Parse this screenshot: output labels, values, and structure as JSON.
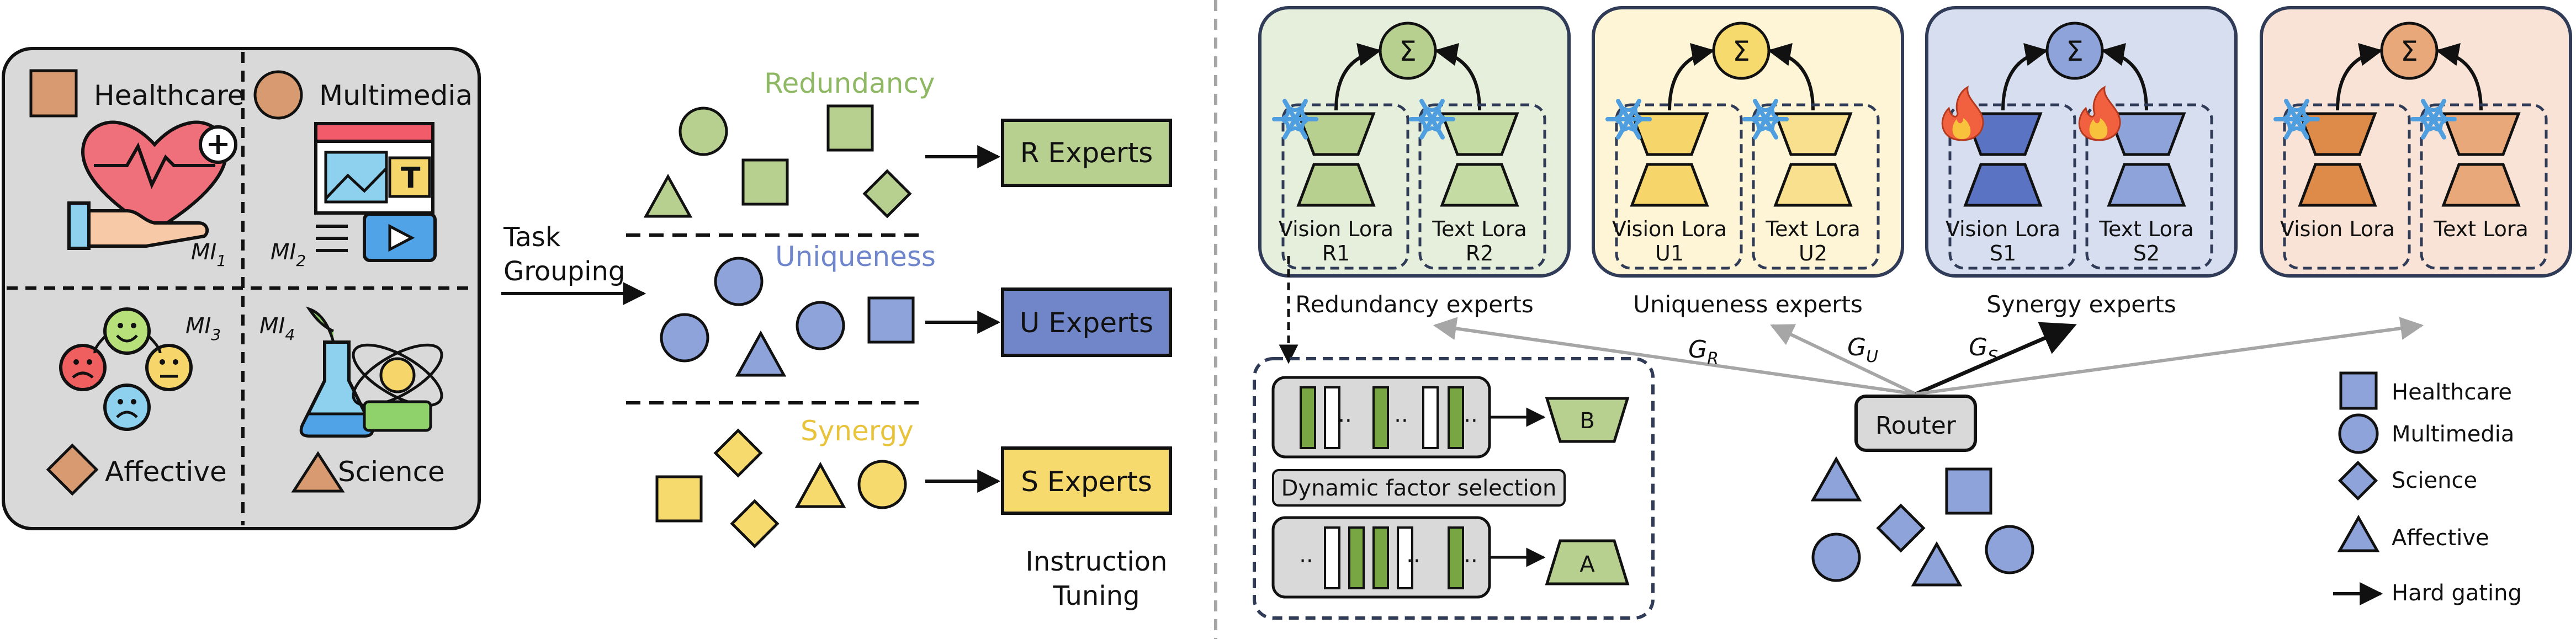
{
  "left_panel": {
    "domains": [
      {
        "name": "Healthcare",
        "mi": "MI",
        "mi_sub": "1"
      },
      {
        "name": "Multimedia",
        "mi": "MI",
        "mi_sub": "2"
      },
      {
        "name": "Affective",
        "mi": "MI",
        "mi_sub": "3"
      },
      {
        "name": "Science",
        "mi": "MI",
        "mi_sub": "4"
      }
    ]
  },
  "grouping": {
    "task_label_1": "Task",
    "task_label_2": "Grouping",
    "groups": [
      {
        "label": "Redundancy",
        "experts": "R Experts"
      },
      {
        "label": "Uniqueness",
        "experts": "U Experts"
      },
      {
        "label": "Synergy",
        "experts": "S Experts"
      }
    ],
    "instruction_1": "Instruction",
    "instruction_2": "Tuning"
  },
  "sigma": "Σ",
  "expert_groups": [
    {
      "caption": "Redundancy experts",
      "vision": "Vision Lora",
      "vision_tag": "R1",
      "text": "Text Lora",
      "text_tag": "R2"
    },
    {
      "caption": "Uniqueness experts",
      "vision": "Vision Lora",
      "vision_tag": "U1",
      "text": "Text Lora",
      "text_tag": "U2"
    },
    {
      "caption": "Synergy experts",
      "vision": "Vision Lora",
      "vision_tag": "S1",
      "text": "Text Lora",
      "text_tag": "S2"
    },
    {
      "caption": "",
      "vision": "Vision Lora",
      "vision_tag": "",
      "text": "Text Lora",
      "text_tag": ""
    }
  ],
  "gates": {
    "g_r": "G",
    "g_r_sub": "R",
    "g_u": "G",
    "g_u_sub": "U",
    "g_s": "G",
    "g_s_sub": "S"
  },
  "router": "Router",
  "factor": {
    "selection_label": "Dynamic factor selection",
    "dots": "··",
    "b": "B",
    "a": "A"
  },
  "legend": [
    {
      "shape": "square",
      "label": "Healthcare"
    },
    {
      "shape": "circle",
      "label": "Multimedia"
    },
    {
      "shape": "diamond",
      "label": "Science"
    },
    {
      "shape": "triangle",
      "label": "Affective"
    },
    {
      "shape": "arrow",
      "label": "Hard gating"
    }
  ],
  "colors": {
    "red_fill": "#b7d08f",
    "red_bg": "#e6efdc",
    "uni_fill": "#8ea3d9",
    "uni_bg": "#d7def0",
    "syn_fill": "#f6da6e",
    "syn_bg": "#fdf5d6",
    "other_fill": "#e9a87a",
    "other_bg": "#f9e3d6",
    "healthcare": "#d89a70",
    "panel_bg": "#d9d9d9"
  }
}
